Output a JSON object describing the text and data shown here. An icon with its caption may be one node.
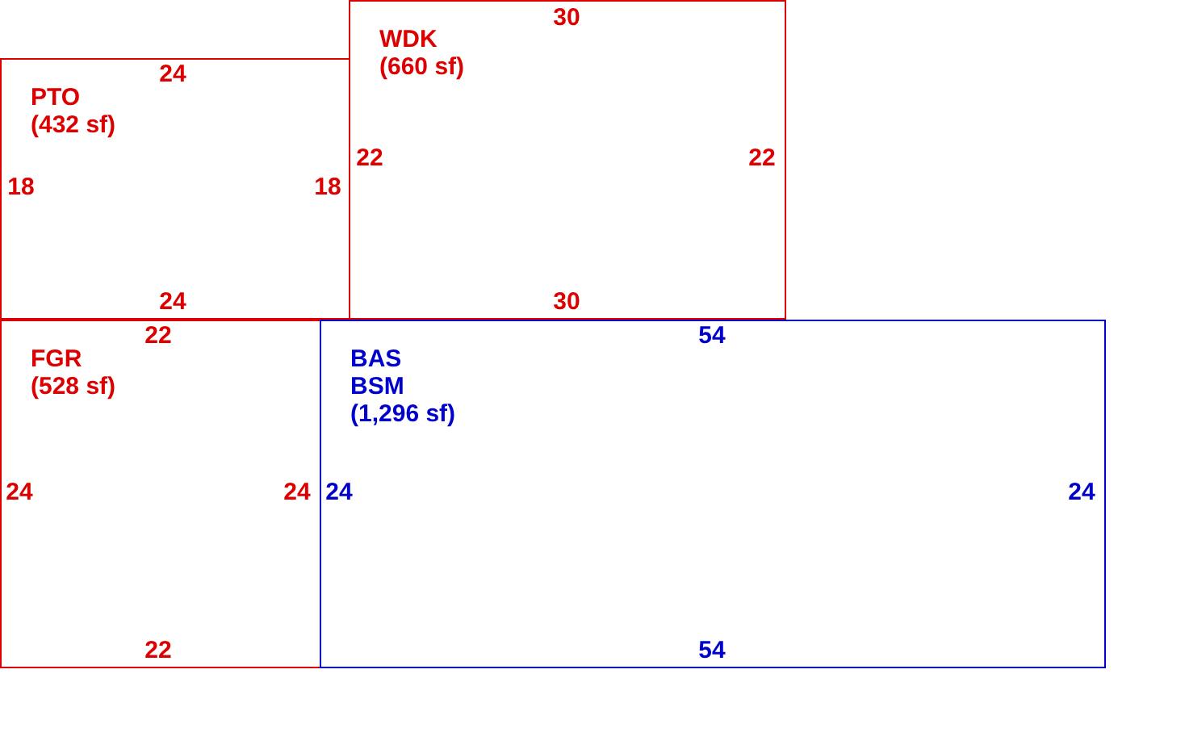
{
  "diagram": {
    "nodes": [
      {
        "text": [
          "WDK",
          "(660 sf)"
        ]
      },
      {
        "text": [
          "PTO",
          "(432 sf)"
        ]
      },
      {
        "text": [
          "FGR",
          "(528 sf)"
        ]
      },
      {
        "text": [
          "BAS",
          "BSM",
          "(1,296 sf)"
        ]
      }
    ],
    "labels": [
      "30",
      "24",
      "22",
      "22",
      "18",
      "18",
      "24",
      "30",
      "22",
      "54",
      "24",
      "24",
      "24",
      "24",
      "22",
      "54"
    ]
  }
}
